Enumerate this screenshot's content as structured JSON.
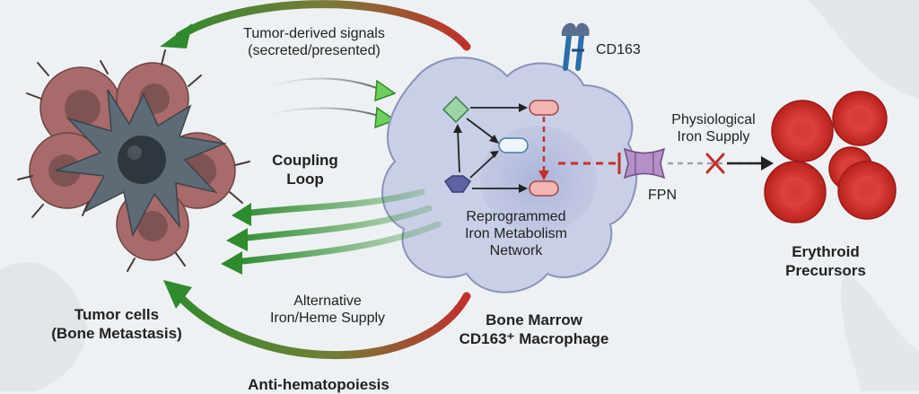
{
  "labels": {
    "tumor_signals_line1": "Tumor-derived signals",
    "tumor_signals_line2": "(secreted/presented)",
    "cd163": "CD163",
    "coupling_line1": "Coupling",
    "coupling_line2": "Loop",
    "physiological_line1": "Physiological",
    "physiological_line2": "Iron Supply",
    "fpn": "FPN",
    "network_line1": "Reprogrammed",
    "network_line2": "Iron Metabolism",
    "network_line3": "Network",
    "erythroid_line1": "Erythroid",
    "erythroid_line2": "Precursors",
    "alternative_line1": "Alternative",
    "alternative_line2": "Iron/Heme Supply",
    "tumor_cells_line1": "Tumor cells",
    "tumor_cells_line2": "(Bone Metastasis)",
    "macrophage_line1": "Bone Marrow",
    "macrophage_line2": "CD163⁺ Macrophage",
    "anti_hematopoiesis": "Anti-hematopoiesis"
  },
  "colors": {
    "background": "#eef1f3",
    "green_arrow": "#2e8b2e",
    "red_arrow": "#c0302c",
    "macrophage_fill": "#c9cfe6",
    "macrophage_stroke": "#8a93b8",
    "tumor_dark": "#5e6b76",
    "tumor_rose": "#a86a6a",
    "rbc": "#d2322e",
    "fpn": "#b58fc7"
  }
}
